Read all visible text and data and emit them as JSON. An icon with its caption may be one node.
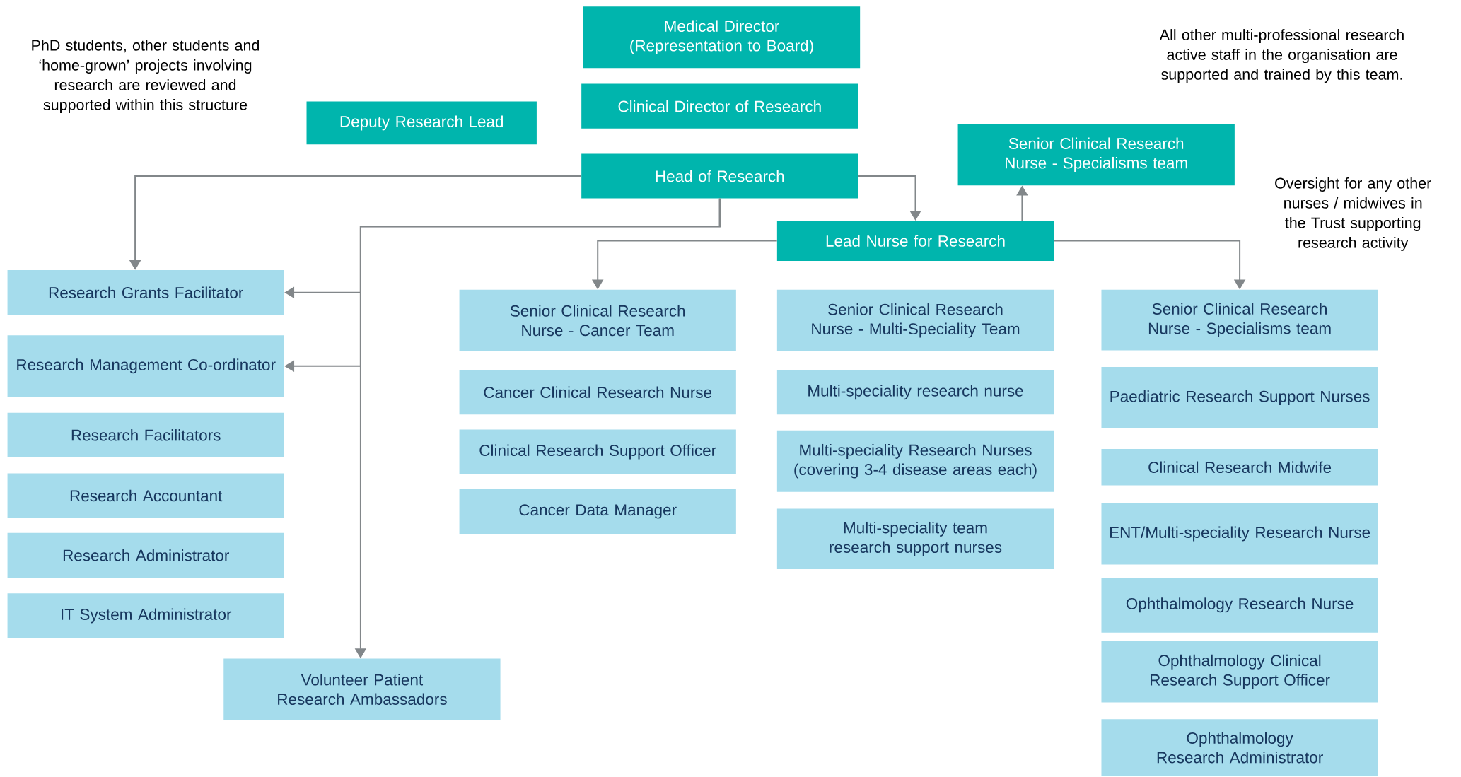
{
  "diagram": {
    "nodes": [
      {
        "text": [
          "Medical Director (Representation to Board)"
        ]
      },
      {
        "text": [
          "Clinical Director of Research"
        ]
      },
      {
        "text": [
          "Deputy Research Lead"
        ]
      },
      {
        "text": [
          "Head of Research"
        ]
      },
      {
        "text": [
          "Senior Clinical Research Nurse - Specialisms team"
        ]
      },
      {
        "text": [
          "Lead Nurse for Research"
        ]
      },
      {
        "text": [
          "Research Grants Facilitator"
        ]
      },
      {
        "text": [
          "Research Management Co-ordinator"
        ]
      },
      {
        "text": [
          "Research Facilitators"
        ]
      },
      {
        "text": [
          "Research Accountant"
        ]
      },
      {
        "text": [
          "Research Administrator"
        ]
      },
      {
        "text": [
          "IT System Administrator"
        ]
      },
      {
        "text": [
          "Volunteer Patient Research Ambassadors"
        ]
      },
      {
        "text": [
          "Senior Clinical Research Nurse - Cancer Team"
        ]
      },
      {
        "text": [
          "Cancer Clinical Research Nurse"
        ]
      },
      {
        "text": [
          "Clinical Research Support Officer"
        ]
      },
      {
        "text": [
          "Cancer Data Manager"
        ]
      },
      {
        "text": [
          "Senior Clinical Research Nurse - Multi-Speciality Team"
        ]
      },
      {
        "text": [
          "Multi-speciality research nurse"
        ]
      },
      {
        "text": [
          "Multi-speciality Research Nurses (covering 3-4 disease areas each)"
        ]
      },
      {
        "text": [
          "Multi-speciality team research support nurses"
        ]
      },
      {
        "text": [
          "Senior Clinical Research Nurse - Specialisms team"
        ]
      },
      {
        "text": [
          "Paediatric Research Support Nurses"
        ]
      },
      {
        "text": [
          "Clinical Research Midwife"
        ]
      },
      {
        "text": [
          "ENT/Multi-speciality Research Nurse"
        ]
      },
      {
        "text": [
          "Ophthalmology Research Nurse"
        ]
      },
      {
        "text": [
          "Ophthalmology Clinical Research Support Officer"
        ]
      },
      {
        "text": [
          "Ophthalmology Research Administrator"
        ]
      }
    ],
    "edges": [
      {
        "from": 3,
        "to": 6,
        "arrow": "to"
      },
      {
        "from": 3,
        "to": 5,
        "arrow": "to"
      },
      {
        "from": 3,
        "to": 6,
        "arrow": "to"
      },
      {
        "from": 3,
        "to": 7,
        "arrow": "to"
      },
      {
        "from": 3,
        "to": 12,
        "arrow": "to"
      },
      {
        "from": 5,
        "to": 4,
        "arrow": "to"
      },
      {
        "from": 5,
        "to": 13,
        "arrow": "to"
      },
      {
        "from": 5,
        "to": 21,
        "arrow": "to"
      }
    ],
    "labels": [
      "PhD students, other students and ‘home-grown’ projects involving research are reviewed and supported within this structure",
      "All other multi-professional research active staff in the organisation are supported and trained by this team.",
      "Oversight for any other nurses / midwives in the Trust supporting research activity"
    ]
  }
}
